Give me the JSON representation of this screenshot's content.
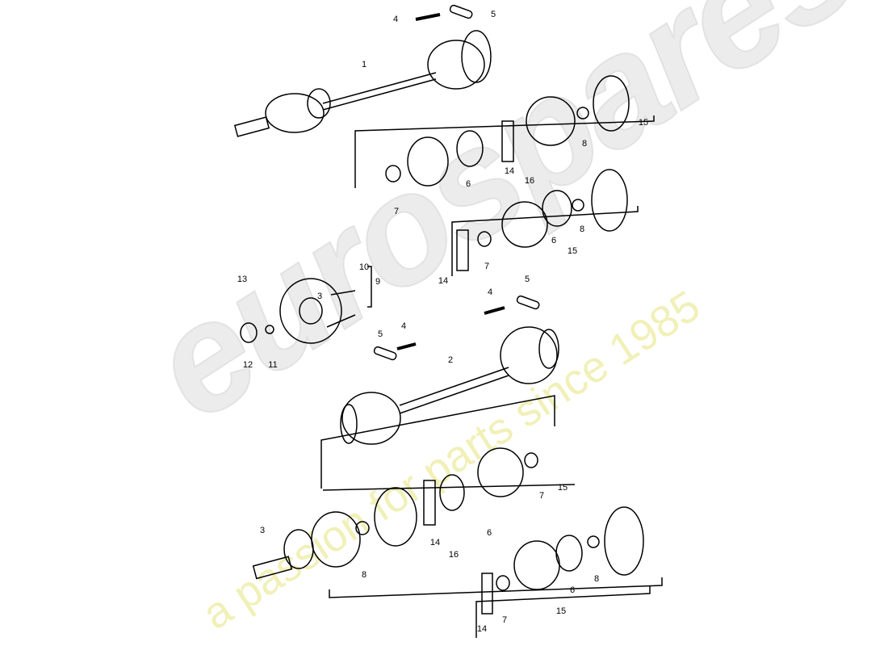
{
  "watermark": {
    "brand": "eurospares",
    "tagline": "a passion for parts since 1985"
  },
  "callouts": [
    {
      "text": "4"
    },
    {
      "text": "5"
    },
    {
      "text": "1"
    },
    {
      "text": "15"
    },
    {
      "text": "8"
    },
    {
      "text": "6"
    },
    {
      "text": "14"
    },
    {
      "text": "16"
    },
    {
      "text": "7"
    },
    {
      "text": "6"
    },
    {
      "text": "8"
    },
    {
      "text": "15"
    },
    {
      "text": "7"
    },
    {
      "text": "14"
    },
    {
      "text": "13"
    },
    {
      "text": "10"
    },
    {
      "text": "9"
    },
    {
      "text": "3"
    },
    {
      "text": "4"
    },
    {
      "text": "5"
    },
    {
      "text": "12"
    },
    {
      "text": "11"
    },
    {
      "text": "5"
    },
    {
      "text": "4"
    },
    {
      "text": "2"
    },
    {
      "text": "15"
    },
    {
      "text": "7"
    },
    {
      "text": "6"
    },
    {
      "text": "14"
    },
    {
      "text": "16"
    },
    {
      "text": "3"
    },
    {
      "text": "8"
    },
    {
      "text": "8"
    },
    {
      "text": "6"
    },
    {
      "text": "15"
    },
    {
      "text": "7"
    },
    {
      "text": "14"
    }
  ]
}
